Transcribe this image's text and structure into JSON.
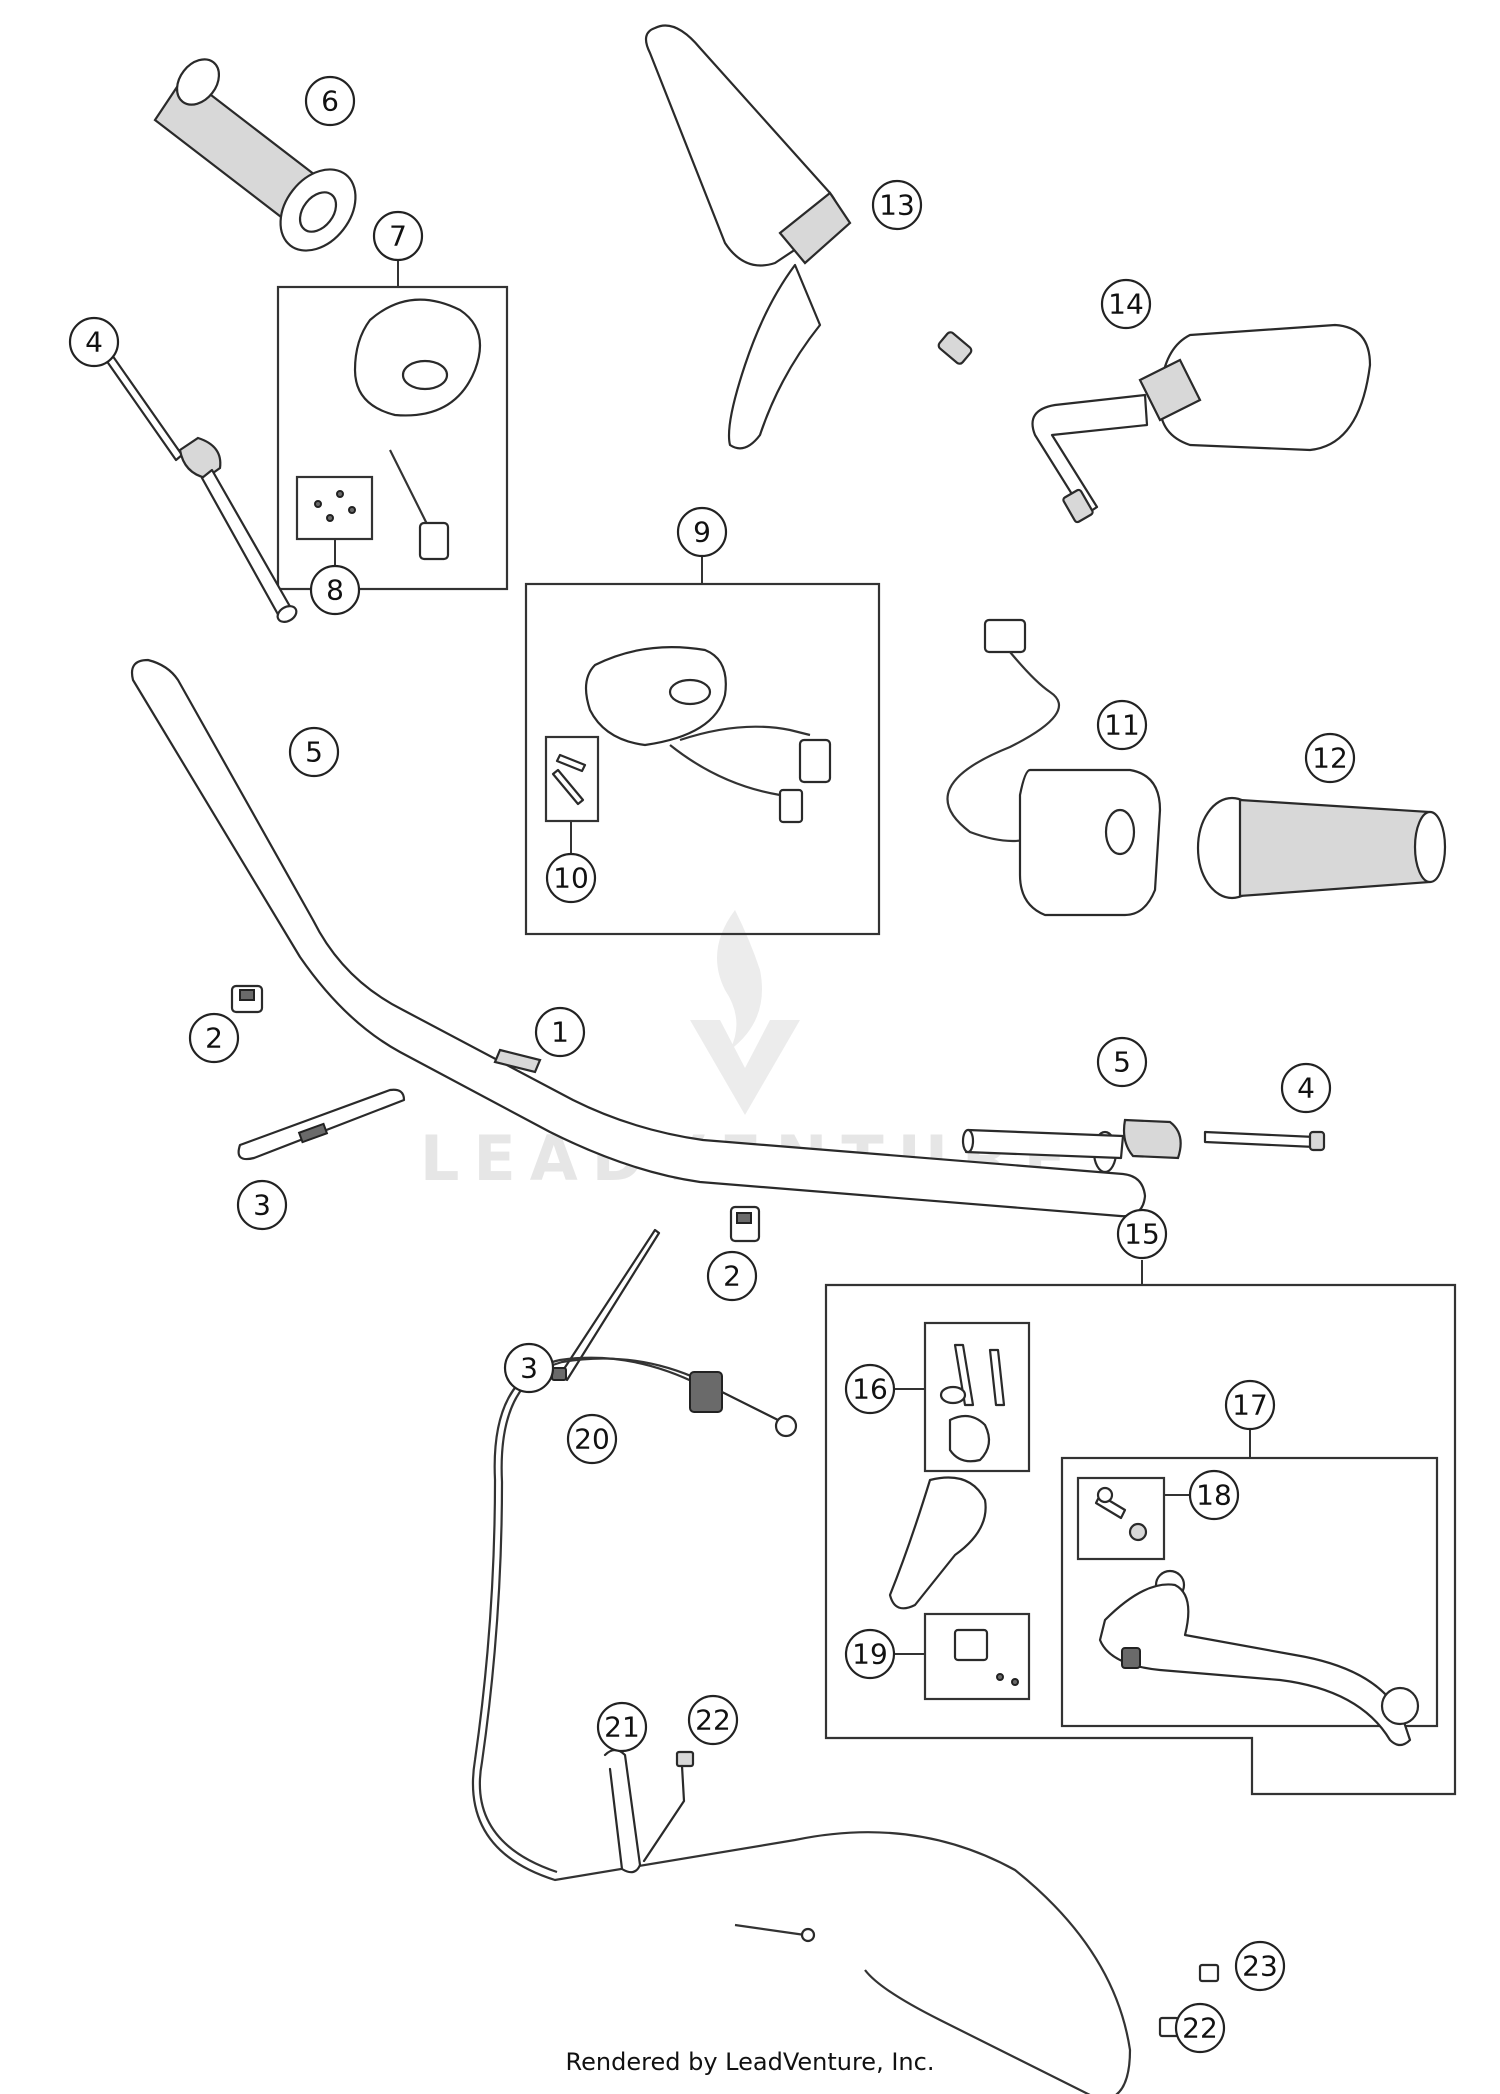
{
  "watermark": {
    "brand_text": "LEADVENTURE"
  },
  "footer": {
    "text": "Rendered by LeadVenture, Inc."
  },
  "callouts": [
    "6",
    "7",
    "8",
    "4",
    "5",
    "9",
    "10",
    "11",
    "12",
    "13",
    "14",
    "2",
    "1",
    "5",
    "4",
    "3",
    "2",
    "3",
    "15",
    "16",
    "17",
    "18",
    "20",
    "19",
    "21",
    "22",
    "23",
    "22"
  ]
}
